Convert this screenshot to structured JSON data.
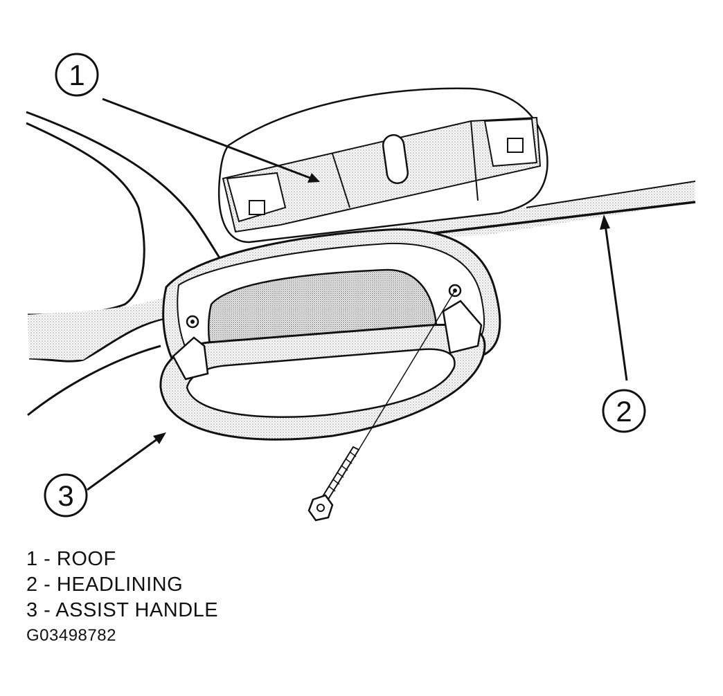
{
  "callouts": [
    {
      "number": "1",
      "label": "ROOF"
    },
    {
      "number": "2",
      "label": "HEADLINING"
    },
    {
      "number": "3",
      "label": "ASSIST HANDLE"
    }
  ],
  "legend": [
    "1 - ROOF",
    "2 - HEADLINING",
    "3 - ASSIST HANDLE"
  ],
  "figure_id": "G03498782",
  "colors": {
    "line": "#111111",
    "shade": "#bdbdbd",
    "background": "#ffffff"
  }
}
